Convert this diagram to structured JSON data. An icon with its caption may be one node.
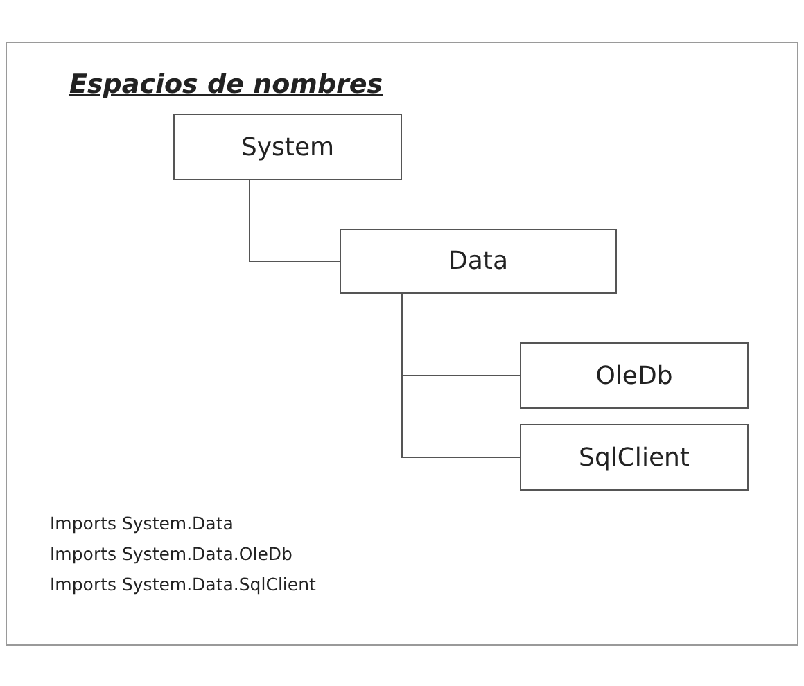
{
  "diagram": {
    "title": "Espacios de nombres",
    "nodes": [
      {
        "text": [
          "System"
        ]
      },
      {
        "text": [
          "Data"
        ]
      },
      {
        "text": [
          "OleDb"
        ]
      },
      {
        "text": [
          "SqlClient"
        ]
      }
    ],
    "edges": [
      {
        "from": 0,
        "to": 1,
        "arrow": "none"
      },
      {
        "from": 1,
        "to": 2,
        "arrow": "none"
      },
      {
        "from": 1,
        "to": 3,
        "arrow": "none"
      }
    ],
    "labels": [
      "Imports System.Data",
      "Imports System.Data.OleDb",
      "Imports System.Data.SqlClient"
    ]
  }
}
